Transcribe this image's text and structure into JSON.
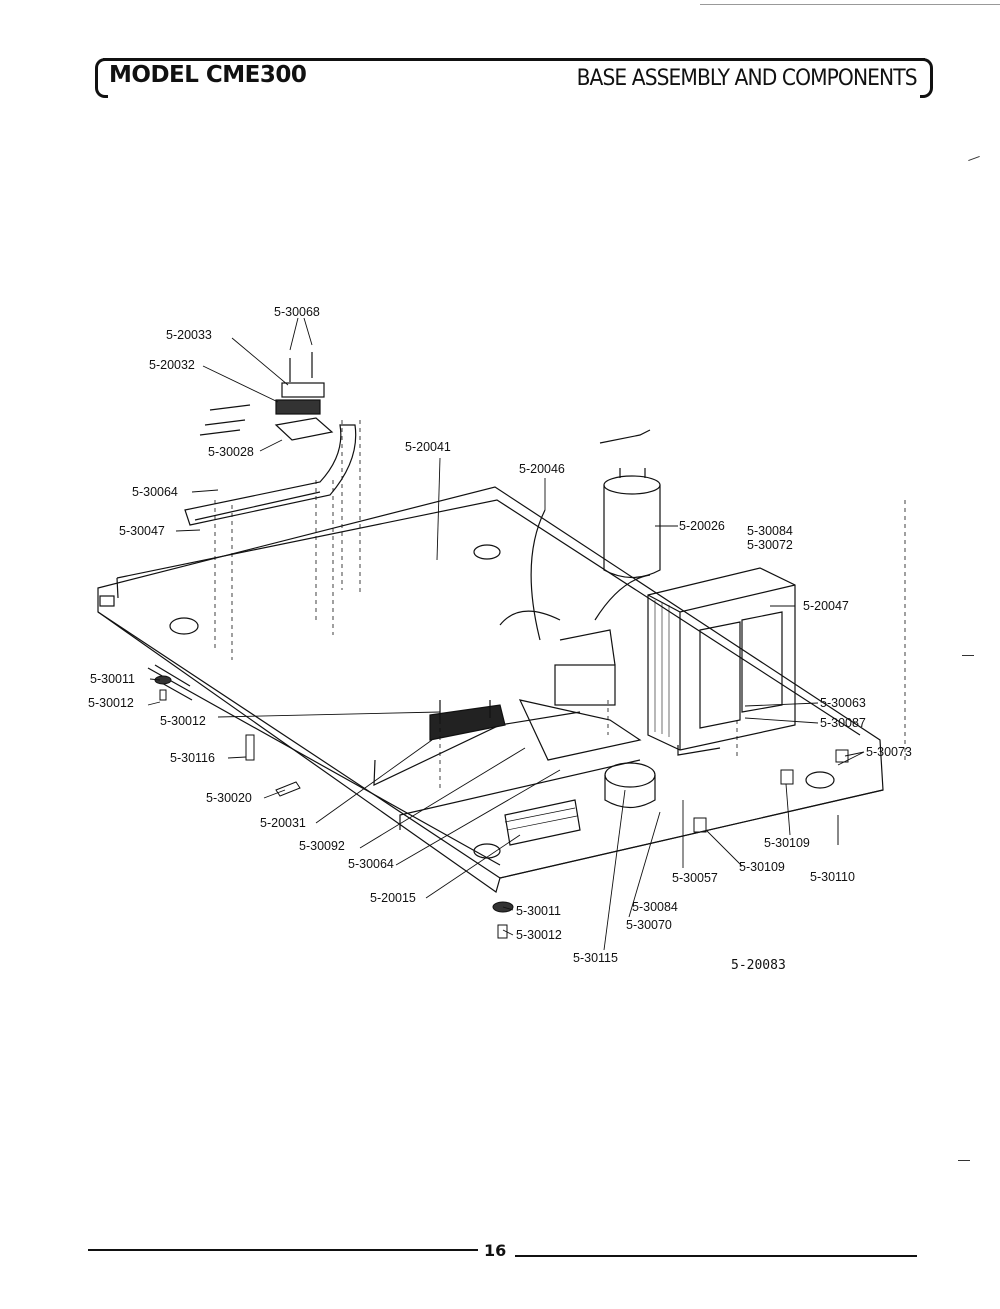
{
  "header": {
    "model": "MODEL CME300",
    "section": "BASE ASSEMBLY AND COMPONENTS"
  },
  "diagram_number": "5-20083",
  "page_number": "16",
  "callouts": [
    {
      "id": "c1",
      "text": "5-30068"
    },
    {
      "id": "c2",
      "text": "5-20033"
    },
    {
      "id": "c3",
      "text": "5-20032"
    },
    {
      "id": "c4",
      "text": "5-30028"
    },
    {
      "id": "c5",
      "text": "5-20041"
    },
    {
      "id": "c6",
      "text": "5-20046"
    },
    {
      "id": "c7",
      "text": "5-30064"
    },
    {
      "id": "c8",
      "text": "5-30047"
    },
    {
      "id": "c9",
      "text": "5-20026"
    },
    {
      "id": "c10",
      "text": "5-30084"
    },
    {
      "id": "c11",
      "text": "5-30072"
    },
    {
      "id": "c12",
      "text": "5-20047"
    },
    {
      "id": "c13",
      "text": "5-30011"
    },
    {
      "id": "c14",
      "text": "5-30012"
    },
    {
      "id": "c15",
      "text": "5-30012"
    },
    {
      "id": "c16",
      "text": "5-30063"
    },
    {
      "id": "c17",
      "text": "5-30087"
    },
    {
      "id": "c18",
      "text": "5-30073"
    },
    {
      "id": "c19",
      "text": "5-30116"
    },
    {
      "id": "c20",
      "text": "5-30020"
    },
    {
      "id": "c21",
      "text": "5-20031"
    },
    {
      "id": "c22",
      "text": "5-30092"
    },
    {
      "id": "c23",
      "text": "5-30064"
    },
    {
      "id": "c24",
      "text": "5-30109"
    },
    {
      "id": "c25",
      "text": "5-30109"
    },
    {
      "id": "c26",
      "text": "5-30057"
    },
    {
      "id": "c27",
      "text": "5-30110"
    },
    {
      "id": "c28",
      "text": "5-20015"
    },
    {
      "id": "c29",
      "text": "5-30011"
    },
    {
      "id": "c30",
      "text": "5-30084"
    },
    {
      "id": "c31",
      "text": "5-30012"
    },
    {
      "id": "c32",
      "text": "5-30070"
    },
    {
      "id": "c33",
      "text": "5-30115"
    }
  ]
}
